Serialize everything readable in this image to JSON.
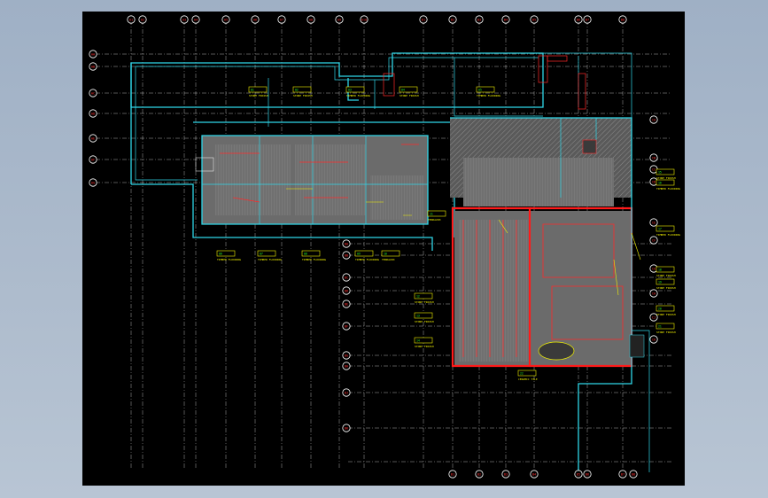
{
  "canvas": {
    "background": "#000000",
    "frame_background": "#a3b3c7"
  },
  "colors": {
    "grid": "#ffffff",
    "walls_primary": "#2fd6e8",
    "walls_secondary": "#ff1a1a",
    "labels": "#f2f200",
    "label_ids": "#29ff29",
    "bubble_text": "#ff3030"
  },
  "grid_bubbles_top": [
    "A1",
    "A2",
    "A3",
    "A4",
    "A5",
    "A6",
    "A7",
    "A8",
    "A9",
    "A10",
    "B1",
    "B2",
    "B3",
    "B4",
    "B5",
    "B6",
    "B7",
    "B8"
  ],
  "grid_bubbles_bottom": [
    "B1",
    "B2",
    "B3",
    "B4",
    "B5",
    "B6",
    "B7",
    "B8"
  ],
  "grid_bubbles_left_upper": [
    "AA",
    "AB",
    "AC",
    "AD",
    "AE",
    "AF",
    "AG"
  ],
  "grid_bubbles_left_lower": [
    "BA",
    "BB",
    "BC",
    "BD",
    "BE",
    "BF",
    "BG",
    "BH",
    "BJ",
    "BK"
  ],
  "grid_bubbles_right": [
    "CA",
    "CB",
    "CC",
    "CD",
    "CE",
    "CF",
    "CG",
    "CH",
    "CJ",
    "CK"
  ],
  "room_tags": [
    {
      "id": "01",
      "text": "STONE FINISH"
    },
    {
      "id": "02",
      "text": "STONE FINISH"
    },
    {
      "id": "03",
      "text": "TIMBER FLOORING"
    },
    {
      "id": "04",
      "text": "STONE FINISH"
    },
    {
      "id": "05",
      "text": "TIMBER FLOORING"
    },
    {
      "id": "06",
      "text": "TIMBER FLOORING"
    },
    {
      "id": "07",
      "text": "TIMBER FLOORING"
    },
    {
      "id": "08",
      "text": "TIMBER FLOORING"
    },
    {
      "id": "09",
      "text": "TIMBER FLOORING"
    },
    {
      "id": "10",
      "text": "TERRAZZO"
    },
    {
      "id": "11",
      "text": "TERRAZZO"
    },
    {
      "id": "12",
      "text": "STONE FINISH"
    },
    {
      "id": "13",
      "text": "STONE FINISH"
    },
    {
      "id": "14",
      "text": "STONE FINISH"
    },
    {
      "id": "15",
      "text": "STONE FINISH"
    },
    {
      "id": "16",
      "text": "TIMBER FLOORING"
    },
    {
      "id": "17",
      "text": "TIMBER FLOORING"
    },
    {
      "id": "18",
      "text": "STONE FINISH"
    },
    {
      "id": "19",
      "text": "STONE FINISH"
    },
    {
      "id": "20",
      "text": "STONE FINISH"
    },
    {
      "id": "21",
      "text": "STONE FINISH"
    },
    {
      "id": "22",
      "text": "CERAMIC TILE"
    }
  ]
}
